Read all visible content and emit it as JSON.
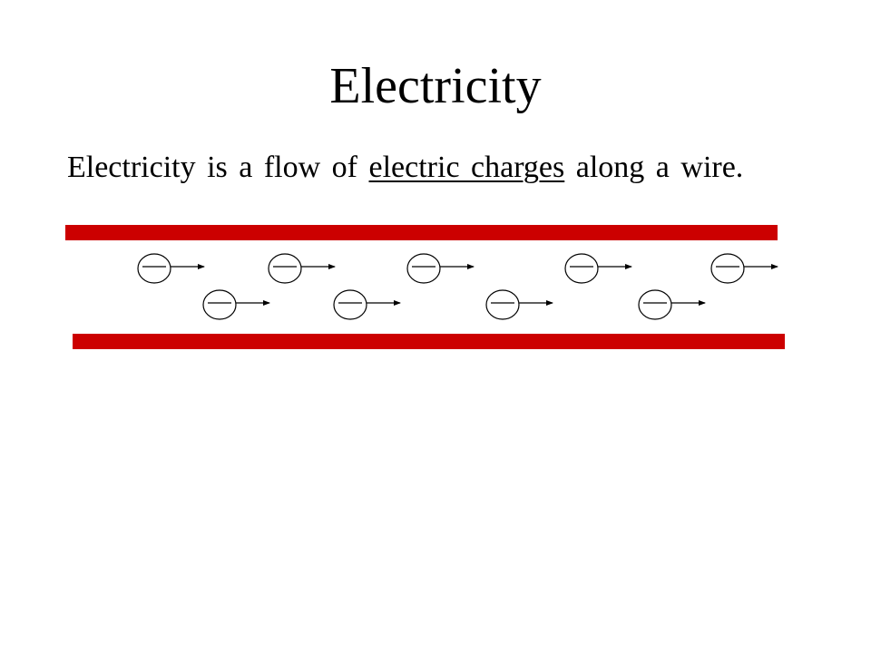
{
  "slide": {
    "title": "Electricity",
    "sentence_before": "Electricity is a flow of ",
    "sentence_underlined": "electric charges",
    "sentence_after": " along a wire."
  },
  "diagram": {
    "wire_color": "#cc0000",
    "electron_count": 9,
    "electron_symbol": "minus-sign",
    "flow_direction": "right"
  }
}
